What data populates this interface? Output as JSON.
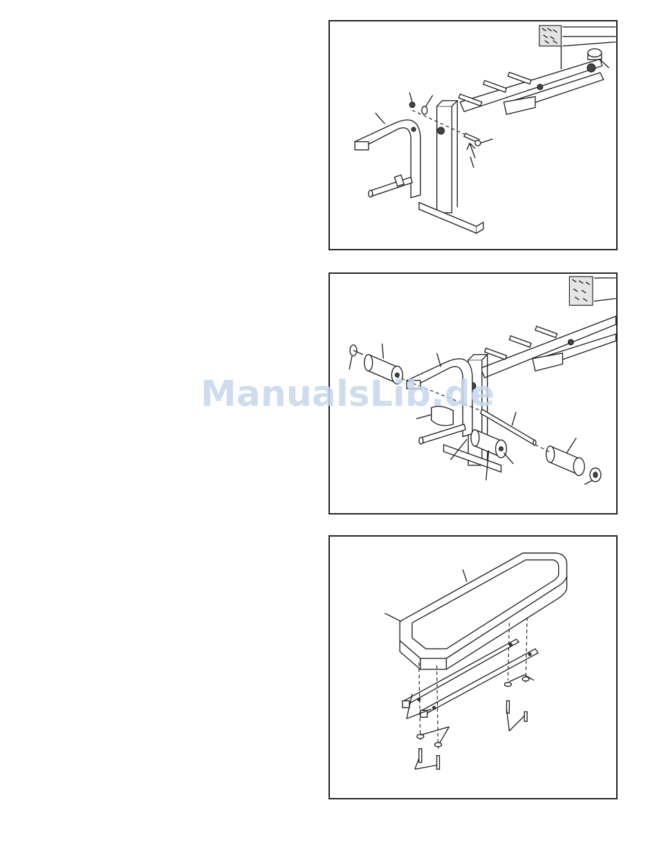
{
  "watermark": {
    "text": "ManualsLib.de"
  },
  "figures": [
    {
      "id": "figure-1",
      "subject": "leg-lever-pivot-assembly"
    },
    {
      "id": "figure-2",
      "subject": "foam-roller-assembly"
    },
    {
      "id": "figure-3",
      "subject": "seat-pad-assembly"
    }
  ]
}
